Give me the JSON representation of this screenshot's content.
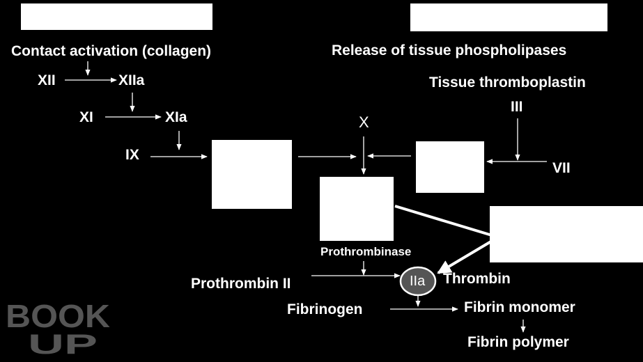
{
  "diagram": {
    "intrinsic_header": "",
    "extrinsic_header": "",
    "contact_activation": "Contact activation (collagen)",
    "release_phospholipases": "Release of tissue phospholipases",
    "tissue_thromboplastin": "Tissue thromboplastin",
    "factor_iii": "III",
    "factor_xii": "XII",
    "factor_xiia": "XIIa",
    "factor_xi": "XI",
    "factor_xia": "XIa",
    "factor_ix": "IX",
    "factor_x": "X",
    "factor_vii": "VII",
    "prothrombinase": "Prothrombinase",
    "prothrombin": "Prothrombin II",
    "factor_iia": "IIa",
    "thrombin": "Thrombin",
    "fibrinogen": "Fibrinogen",
    "fibrin_monomer": "Fibrin monomer",
    "fibrin_polymer": "Fibrin polymer"
  },
  "logo": {
    "text_top": "BOOK",
    "text_bottom": "UP"
  },
  "colors": {
    "background": "#000000",
    "foreground": "#ffffff",
    "node_fill": "#555555",
    "logo": "#555555"
  }
}
